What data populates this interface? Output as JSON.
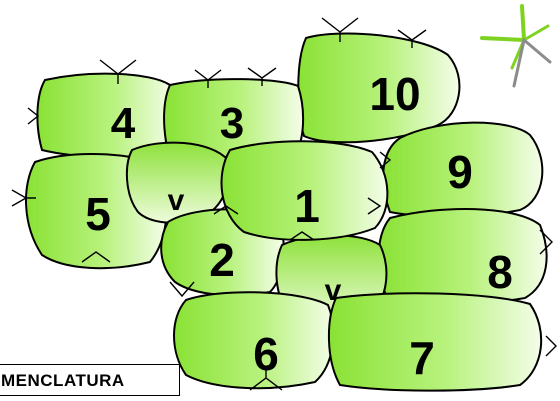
{
  "diagram": {
    "cells": [
      {
        "label": "4"
      },
      {
        "label": "3"
      },
      {
        "label": "10"
      },
      {
        "label": "9"
      },
      {
        "label": "5"
      },
      {
        "label": "v"
      },
      {
        "label": "1"
      },
      {
        "label": "2"
      },
      {
        "label": "v"
      },
      {
        "label": "8"
      },
      {
        "label": "6"
      },
      {
        "label": "7"
      }
    ],
    "legend": {
      "text": "MENCLATURA"
    },
    "colors": {
      "cell_light": "#f2fde6",
      "cell_fill": "#b6f07a",
      "cell_dark": "#7fdc28",
      "outline": "#000000",
      "compass_green": "#7ed321",
      "compass_gray": "#8c8c8c"
    }
  }
}
